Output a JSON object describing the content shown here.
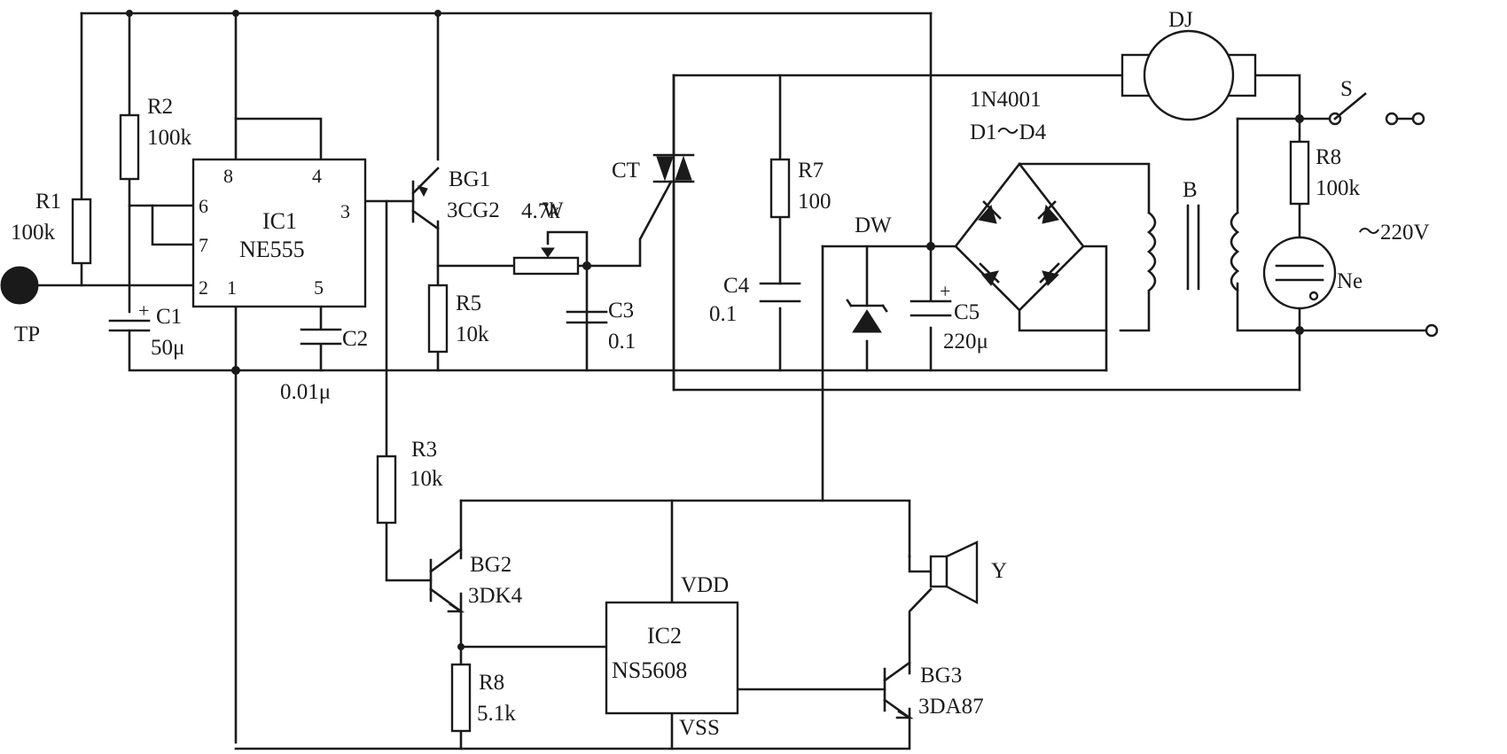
{
  "components": {
    "r1": {
      "ref": "R1",
      "value": "100k"
    },
    "r2": {
      "ref": "R2",
      "value": "100k"
    },
    "r3": {
      "ref": "R3",
      "value": "10k"
    },
    "r5": {
      "ref": "R5",
      "value": "10k"
    },
    "r7": {
      "ref": "R7",
      "value": "100"
    },
    "r8a": {
      "ref": "R8",
      "value": "100k"
    },
    "r8b": {
      "ref": "R8",
      "value": "5.1k"
    },
    "w": {
      "ref": "W",
      "value": "4.7k"
    },
    "c1": {
      "ref": "C1",
      "value": "50μ"
    },
    "c2": {
      "ref": "C2",
      "value": "0.01μ"
    },
    "c3": {
      "ref": "C3",
      "value": "0.1"
    },
    "c4": {
      "ref": "C4",
      "value": "0.1"
    },
    "c5": {
      "ref": "C5",
      "value": "220μ"
    },
    "ic1": {
      "ref": "IC1",
      "part": "NE555",
      "pins": [
        "8",
        "4",
        "6",
        "7",
        "2",
        "1",
        "5",
        "3"
      ]
    },
    "ic2": {
      "ref": "IC2",
      "part": "NS5608",
      "vdd": "VDD",
      "vss": "VSS"
    },
    "bg1": {
      "ref": "BG1",
      "part": "3CG2"
    },
    "bg2": {
      "ref": "BG2",
      "part": "3DK4"
    },
    "bg3": {
      "ref": "BG3",
      "part": "3DA87"
    },
    "ct": {
      "ref": "CT"
    },
    "dw": {
      "ref": "DW"
    },
    "dj": {
      "ref": "DJ"
    },
    "bridge": {
      "part": "1N4001",
      "refs": "D1～D4"
    },
    "b": {
      "ref": "B"
    },
    "s": {
      "ref": "S"
    },
    "ne": {
      "ref": "Ne"
    },
    "tp": {
      "ref": "TP"
    },
    "y": {
      "ref": "Y"
    },
    "mains": {
      "label": "～220V"
    }
  },
  "colors": {
    "ink": "#1a1a1a",
    "paper": "#ffffff"
  }
}
